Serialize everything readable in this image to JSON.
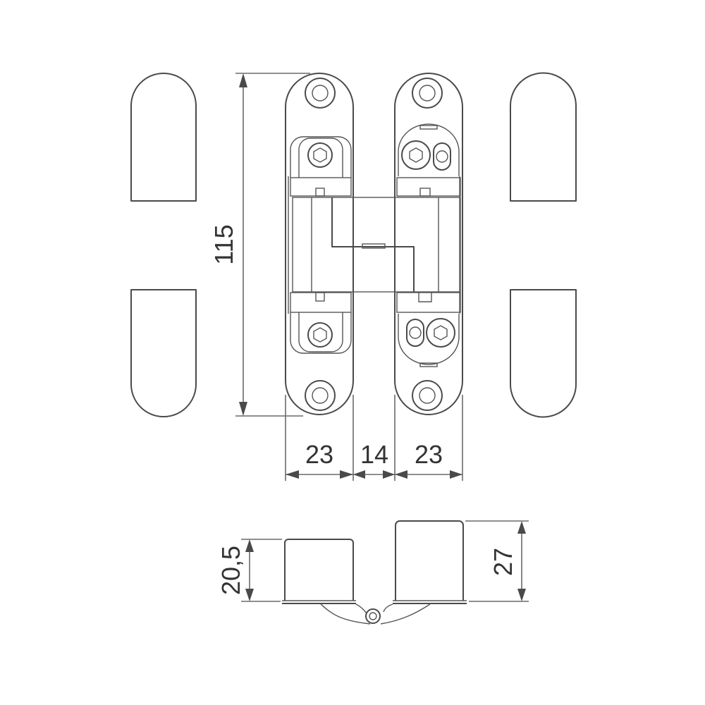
{
  "drawing": {
    "subject": "concealed 3D door hinge",
    "stroke_color": "#4a4a4a",
    "background": "#ffffff"
  },
  "dimensions": {
    "height": "115",
    "left_plate_width": "23",
    "gap": "14",
    "right_plate_width": "23",
    "left_depth": "20,5",
    "right_depth": "27"
  },
  "views": {
    "front": "front-view",
    "side": "bottom-side-view"
  }
}
